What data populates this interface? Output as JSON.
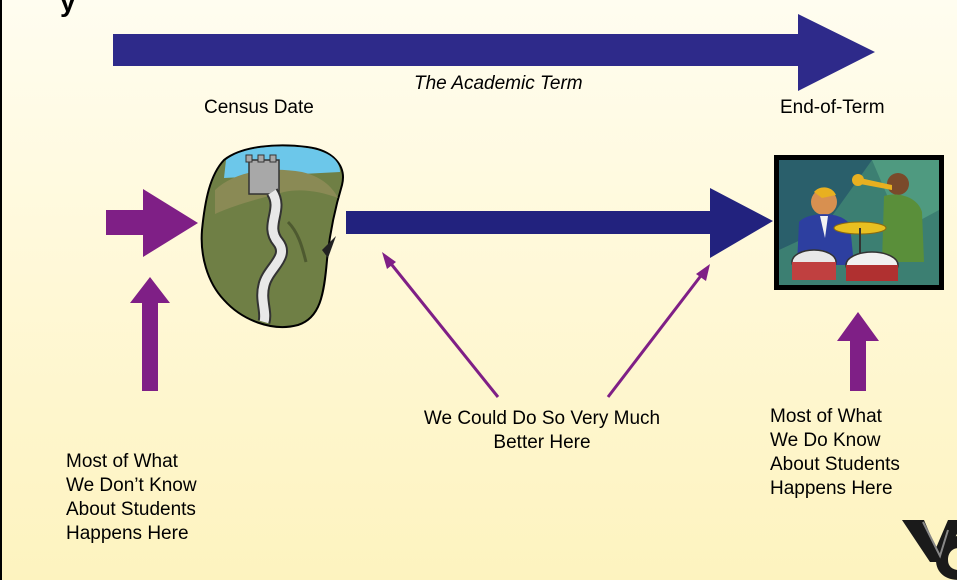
{
  "labels": {
    "academic_term": "The Academic Term",
    "census_date": "Census Date",
    "end_of_term": "End-of-Term",
    "dont_know": "Most of What\nWe Don’t Know\nAbout Students\nHappens Here",
    "could_do": "We Could Do So Very Much\nBetter Here",
    "do_know": "Most of What\nWe Do Know\nAbout Students\nHappens Here"
  },
  "colors": {
    "term_arrow": "#2e2a8a",
    "purple_arrow": "#7f1f86",
    "navy_arrow": "#22227e"
  },
  "icons": {
    "castle": "castle-road-clipart",
    "band": "jazz-band-clipart",
    "logo": "vg-logo"
  }
}
